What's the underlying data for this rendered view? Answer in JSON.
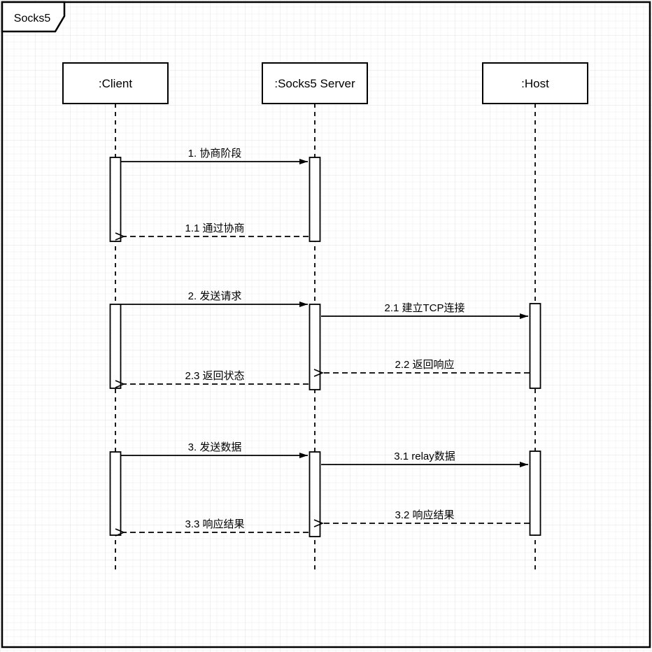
{
  "frame": {
    "title": "Socks5"
  },
  "lifelines": [
    {
      "id": "client",
      "label": ":Client"
    },
    {
      "id": "socks5-server",
      "label": ":Socks5 Server"
    },
    {
      "id": "host",
      "label": ":Host"
    }
  ],
  "messages": [
    {
      "label": "1. 协商阶段",
      "from": "client",
      "to": "socks5-server",
      "style": "solid"
    },
    {
      "label": "1.1 通过协商",
      "from": "socks5-server",
      "to": "client",
      "style": "dashed"
    },
    {
      "label": "2. 发送请求",
      "from": "client",
      "to": "socks5-server",
      "style": "solid"
    },
    {
      "label": "2.1 建立TCP连接",
      "from": "socks5-server",
      "to": "host",
      "style": "solid"
    },
    {
      "label": "2.2 返回响应",
      "from": "host",
      "to": "socks5-server",
      "style": "dashed"
    },
    {
      "label": "2.3 返回状态",
      "from": "socks5-server",
      "to": "client",
      "style": "dashed"
    },
    {
      "label": "3. 发送数据",
      "from": "client",
      "to": "socks5-server",
      "style": "solid"
    },
    {
      "label": "3.1 relay数据",
      "from": "socks5-server",
      "to": "host",
      "style": "solid"
    },
    {
      "label": "3.2 响应结果",
      "from": "host",
      "to": "socks5-server",
      "style": "dashed"
    },
    {
      "label": "3.3 响应结果",
      "from": "socks5-server",
      "to": "client",
      "style": "dashed"
    }
  ],
  "colors": {
    "stroke": "#000000",
    "background": "#ffffff",
    "grid_minor": "#f4f4f4",
    "grid_major": "#e2e2e2"
  }
}
